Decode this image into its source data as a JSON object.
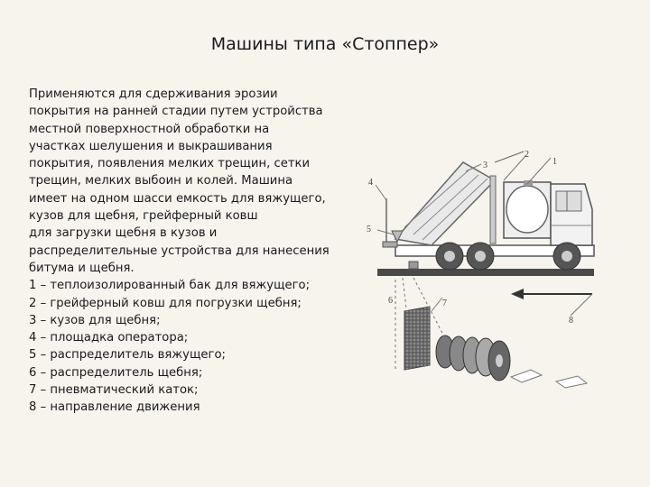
{
  "slide": {
    "title": "Машины типа «Стоппер»"
  },
  "text": {
    "lines": [
      "Применяются для сдерживания эрозии",
      "покрытия на ранней стадии путем устройства",
      "местной поверхностной обработки на",
      "участках шелушения и выкрашивания",
      "покрытия, появления мелких трещин, сетки",
      "трещин, мелких выбоин и колей. Машина",
      "имеет на одном шасси емкость для вяжущего,",
      "кузов для щебня, грейферный ковш",
      "для загрузки щебня в кузов и",
      "распределительные устройства для нанесения",
      "битума и щебня.",
      "1 – теплоизолированный бак для вяжущего;",
      "2 – грейферный ковш для погрузки щебня;",
      "3 – кузов для щебня;",
      "4 – площадка оператора;",
      "5 – распределитель вяжущего;",
      "6 – распределитель щебня;",
      "7 – пневматический каток;",
      "8 – направление движения"
    ]
  },
  "figure": {
    "labels": [
      "1",
      "2",
      "3",
      "4",
      "5",
      "6",
      "7",
      "8"
    ],
    "icons": [
      "truck-diagram",
      "arrow-left-icon"
    ]
  }
}
